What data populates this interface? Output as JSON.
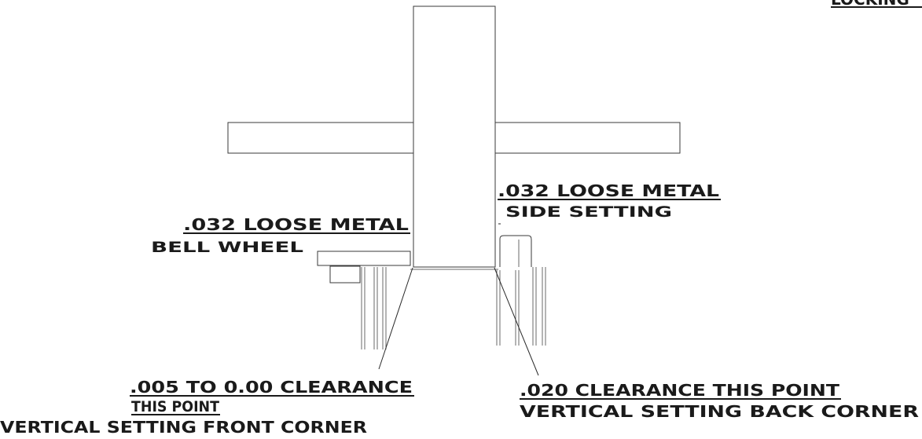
{
  "labels": {
    "top_right": "LOCKING",
    "side_setting_title": ".032 LOOSE METAL",
    "side_setting_sub": "SIDE SETTING",
    "bell_wheel_title": ".032 LOOSE METAL",
    "bell_wheel_sub": "BELL WHEEL",
    "front_title": ".005 TO 0.00  CLEARANCE",
    "front_mid": "THIS POINT",
    "front_sub": "VERTICAL SETTING FRONT CORNER",
    "back_title": ".020 CLEARANCE THIS POINT",
    "back_sub": "VERTICAL SETTING BACK CORNER"
  },
  "colors": {
    "ink": "#1a1a1a",
    "outline": "#3a3a3a",
    "background": "#ffffff"
  }
}
